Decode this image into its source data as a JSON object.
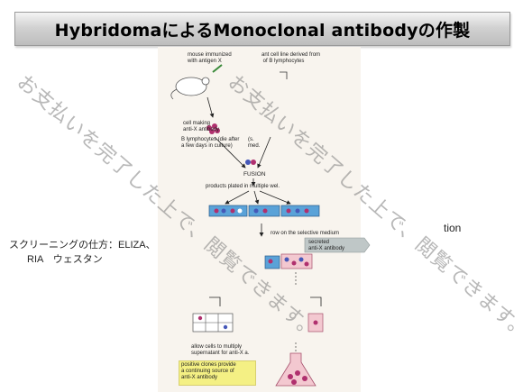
{
  "slide": {
    "title": "HybridomaによるMonoclonal antibodyの作製"
  },
  "figure": {
    "labels": {
      "mouse": "mouse immunized\nwith antigen X",
      "cell_line": "ant cell line derived from\n of B lymphocytes",
      "cell_making": "cell making\nanti-X antibody",
      "b_lymph": "B lymphocytes (die after\na few days in culture)",
      "frag_mid": "(s.\nmed.",
      "fusion": "FUSION",
      "plated": "products plated in multiple wel.",
      "grow": "row on the selective medium",
      "secreted": "secreted\nanti-X antibody",
      "allow": "allow cells to multiply\nsupernatant for anti-X a.",
      "positive": "positive clones provide\na continuing source of\nanti-X antibody"
    }
  },
  "side_text": {
    "screening_line1": "スクリーニングの仕方：ELIZA、",
    "screening_line2": "RIA　ウェスタン",
    "partial_right": "tion"
  },
  "watermarks": [
    "お支払いを完了した上で、閲覧できます。",
    "お支払いを完了した上で、閲覧できます。"
  ],
  "colors": {
    "cell_magenta": "#b0306e",
    "cell_blue": "#4658b8",
    "plate_blue": "#5aa2d8",
    "flask_pink": "#f3c8d0",
    "highlight_yellow": "#f4f084"
  }
}
